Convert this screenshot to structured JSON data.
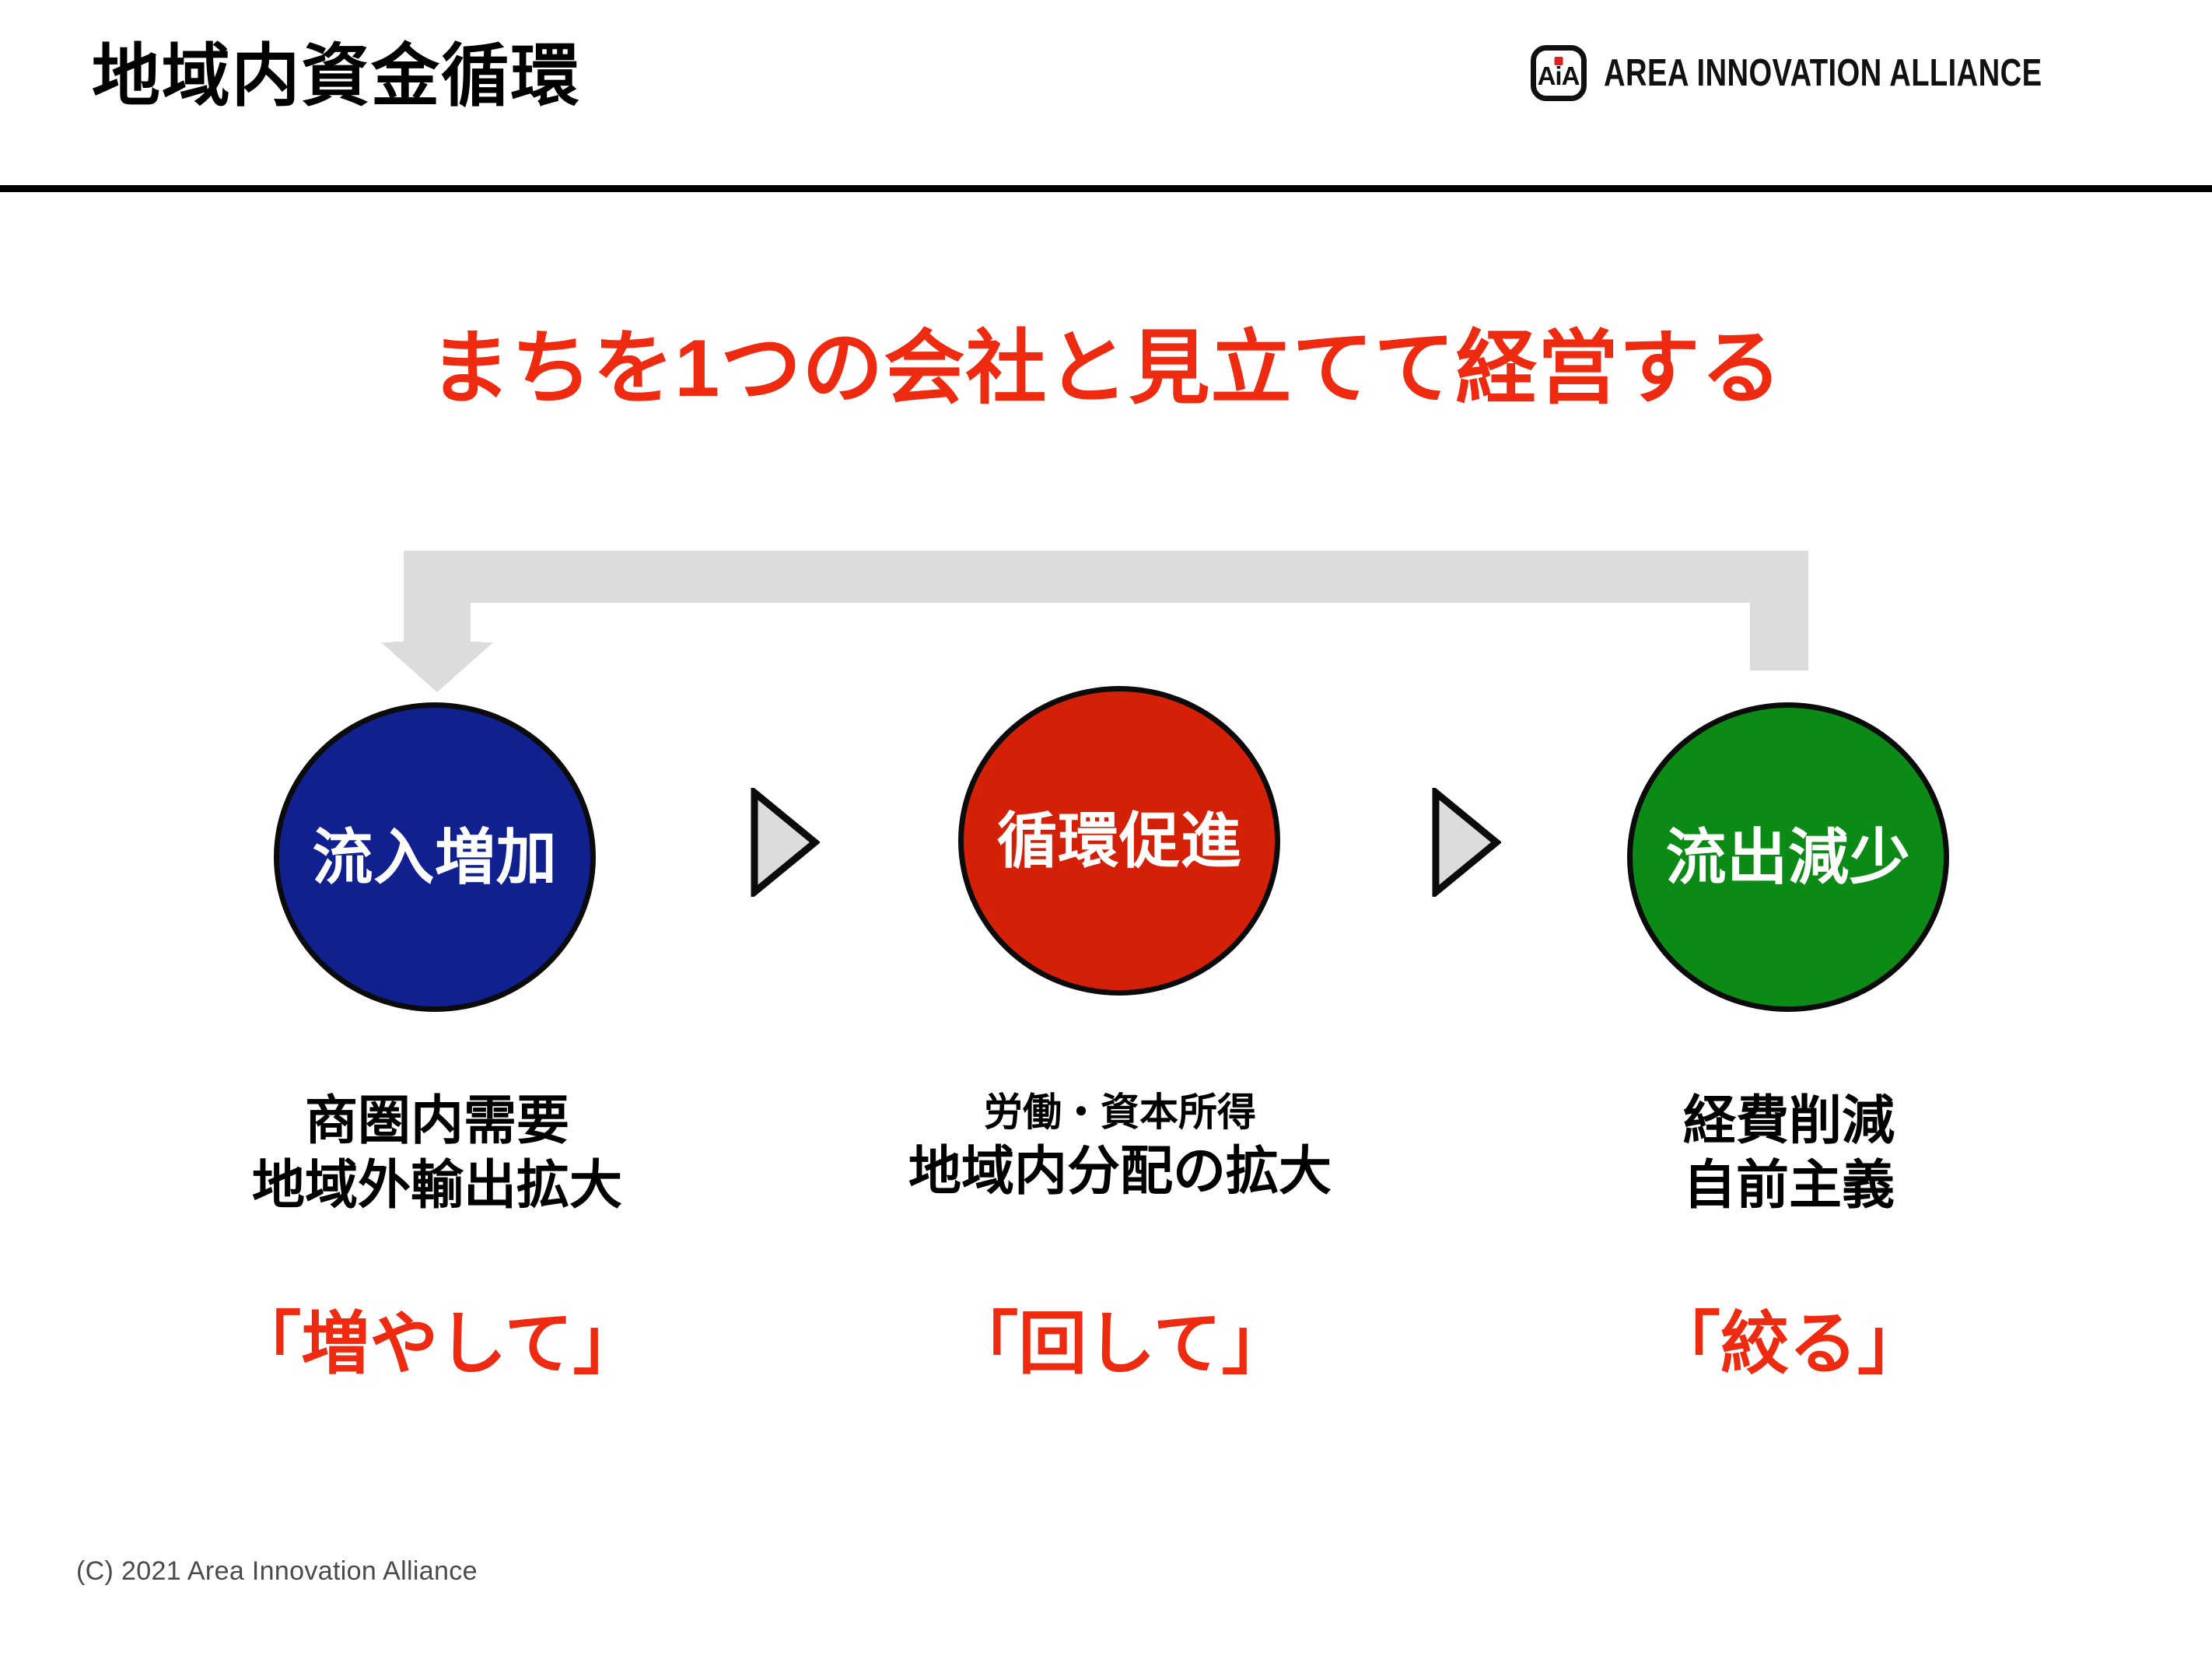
{
  "header": {
    "title": "地域内資金循環",
    "logo": {
      "badge_text": "AiA",
      "wordmark": "AREA INNOVATION ALLIANCE"
    }
  },
  "headline": "まちを1つの会社と見立てて経営する",
  "colors": {
    "accent_red": "#ee2a10",
    "circle_blue": "#10218f",
    "circle_red": "#d42006",
    "circle_green": "#0c8a16",
    "arrow_grey": "#dcdcdc",
    "triangle_fill": "#dcdcdc",
    "outline_black": "#0b0b0b"
  },
  "diagram": {
    "loop_arrow": {
      "label": "circulation-loop-arrow",
      "direction": "right-to-left, arrowhead pointing down into 流入増加"
    },
    "columns": [
      {
        "circle_label": "流入増加",
        "circle_color": "#10218f",
        "caption_lines": [
          "商圏内需要",
          "地域外輸出拡大"
        ],
        "keyword": "「増やして」"
      },
      {
        "circle_label": "循環促進",
        "circle_color": "#d42006",
        "caption_small": "労働・資本所得",
        "caption_large": "地域内分配の拡大",
        "keyword": "「回して」"
      },
      {
        "circle_label": "流出減少",
        "circle_color": "#0c8a16",
        "caption_lines": [
          "経費削減",
          "自前主義"
        ],
        "keyword": "「絞る」"
      }
    ],
    "connectors": [
      "triangle-right",
      "triangle-right"
    ]
  },
  "footer": {
    "copyright": "(C) 2021 Area Innovation Alliance"
  }
}
